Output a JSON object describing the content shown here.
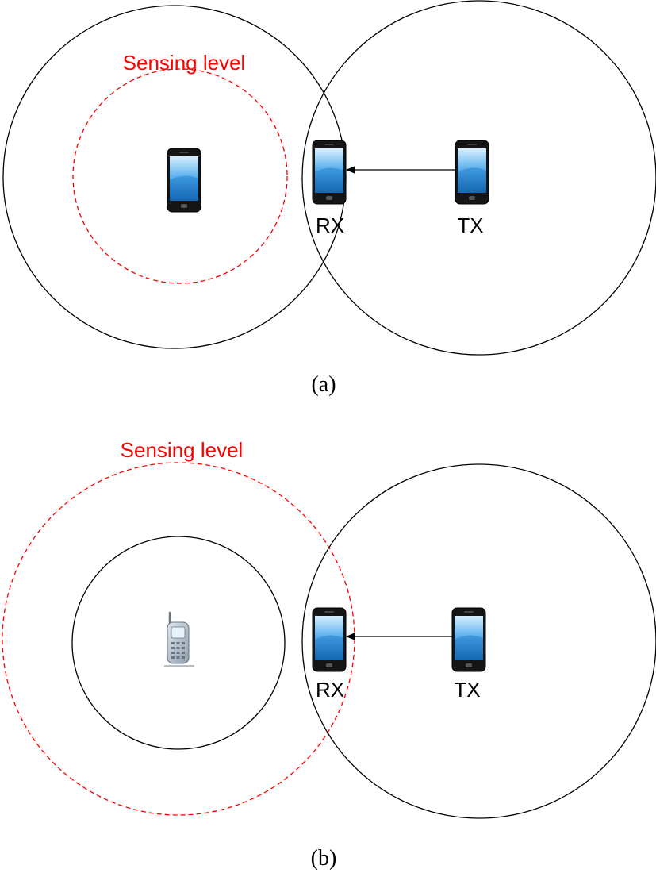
{
  "colors": {
    "line": "#000000",
    "sensing": "#ff0000",
    "phone_body": "#1a1a1a",
    "screen_light": "#bfe3ff",
    "screen_dark": "#0a5ea8",
    "legacy_phone": "#9aa7b5"
  },
  "panel_a": {
    "sensing_label": "Sensing level",
    "rx_label": "RX",
    "tx_label": "TX",
    "caption": "(a)"
  },
  "panel_b": {
    "sensing_label": "Sensing level",
    "rx_label": "RX",
    "tx_label": "TX",
    "caption": "(b)"
  }
}
